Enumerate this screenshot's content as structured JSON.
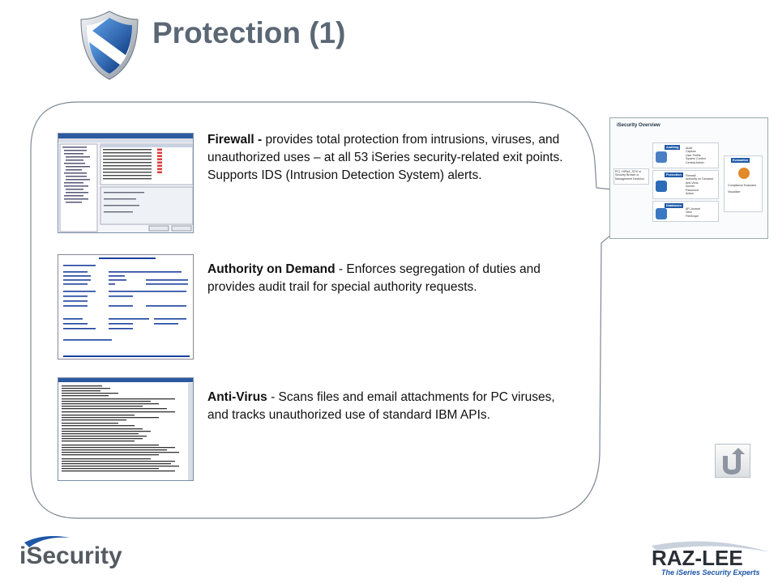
{
  "slide": {
    "title": "Protection (1)"
  },
  "items": [
    {
      "heading": "Firewall -",
      "body": " provides total protection from intrusions, viruses, and unauthorized uses – at all 53 iSeries security-related exit points. Supports IDS (Intrusion Detection System) alerts."
    },
    {
      "heading": "Authority on Demand",
      "body": " - Enforces segregation of duties and provides audit trail for special authority requests."
    },
    {
      "heading": "Anti-Virus",
      "body": " - Scans files and email attachments for PC viruses, and tracks unauthorized use of standard IBM APIs."
    }
  ],
  "overview": {
    "title": "iSecurity Overview",
    "note": "PCI, HIPAA, SOX or Security Breach or Management Decision",
    "sections": [
      {
        "label": "Auditing",
        "lines": [
          "Audit",
          "Capture",
          "User Profile",
          "System Control",
          "Central Admin"
        ]
      },
      {
        "label": "Protection",
        "lines": [
          "Firewall",
          "Authority on Demand",
          "Anti-Virus",
          "Screen",
          "Password",
          "Action"
        ]
      },
      {
        "label": "Databases",
        "lines": [
          "AP-Journal",
          "View",
          "FileScope"
        ]
      },
      {
        "label": "Evaluation",
        "lines": [
          "Compliance Evaluator",
          "Visualizer"
        ]
      }
    ]
  },
  "brand": {
    "logo_text": "iSecurity",
    "company": "RAZ-LEE",
    "tagline": "The iSeries Security Experts"
  },
  "colors": {
    "title": "#5b6774",
    "shield_blue": "#1d57a8",
    "accent": "#1e5aa8"
  }
}
